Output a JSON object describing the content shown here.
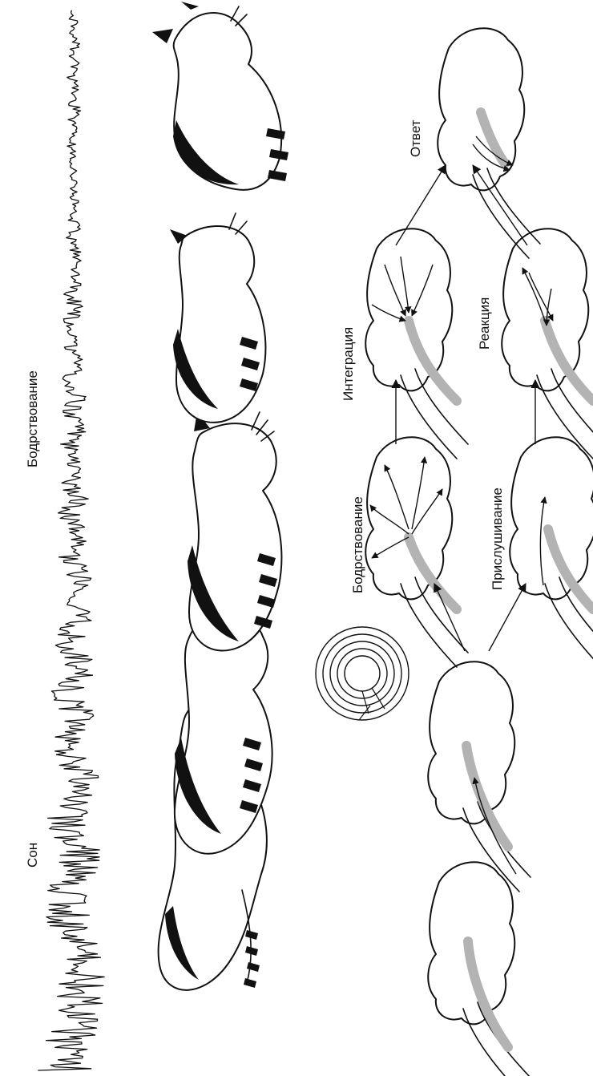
{
  "eeg": {
    "left_label": "Сон",
    "right_label": "Бодрствование"
  },
  "pathway": {
    "upper_branch_1": "Бодрствование",
    "upper_branch_2": "Интеграция",
    "lower_branch_1": "Прислушивание",
    "lower_branch_2": "Реакция",
    "final": "Ответ"
  },
  "colors": {
    "ink": "#111111",
    "brainstem_highlight": "#b3b3b3",
    "background": "#ffffff"
  },
  "icons": [
    "cat-sleeping",
    "cat-waking",
    "cat-alert",
    "sound-wave-icon",
    "brain-icon"
  ]
}
